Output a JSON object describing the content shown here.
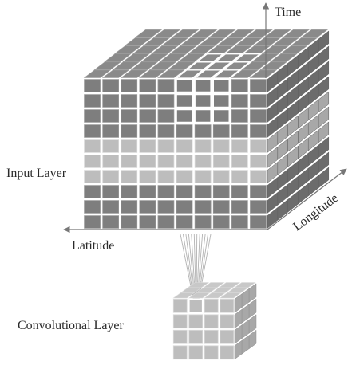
{
  "labels": {
    "time": "Time",
    "input_layer": "Input Layer",
    "longitude": "Longitude",
    "latitude": "Latitude",
    "convolutional_layer": "Convolutional Layer"
  },
  "input_cube": {
    "columns": 10,
    "rows": 10,
    "depth": 6,
    "row_bands": [
      "dark",
      "dark",
      "dark",
      "dark",
      "light",
      "light",
      "light",
      "dark",
      "dark",
      "dark"
    ],
    "kernel_window": {
      "col_start": 5,
      "cols": 3,
      "depth_start": 0,
      "depths": 3,
      "rows": 3
    }
  },
  "conv_cube": {
    "columns": 4,
    "rows": 4,
    "depth": 3,
    "highlight": {
      "col": 1,
      "row": 0
    }
  },
  "connection_lines": 12,
  "colors": {
    "dark_front": "#7e7e7e",
    "dark_top": "#8a8a8a",
    "dark_side": "#6c6c6c",
    "light_front": "#bdbdbd",
    "light_top": "#c8c8c8",
    "light_side": "#a8a8a8",
    "highlight_edge": "#ffffff",
    "arrow": "#777777",
    "line": "#b3b3b3"
  }
}
